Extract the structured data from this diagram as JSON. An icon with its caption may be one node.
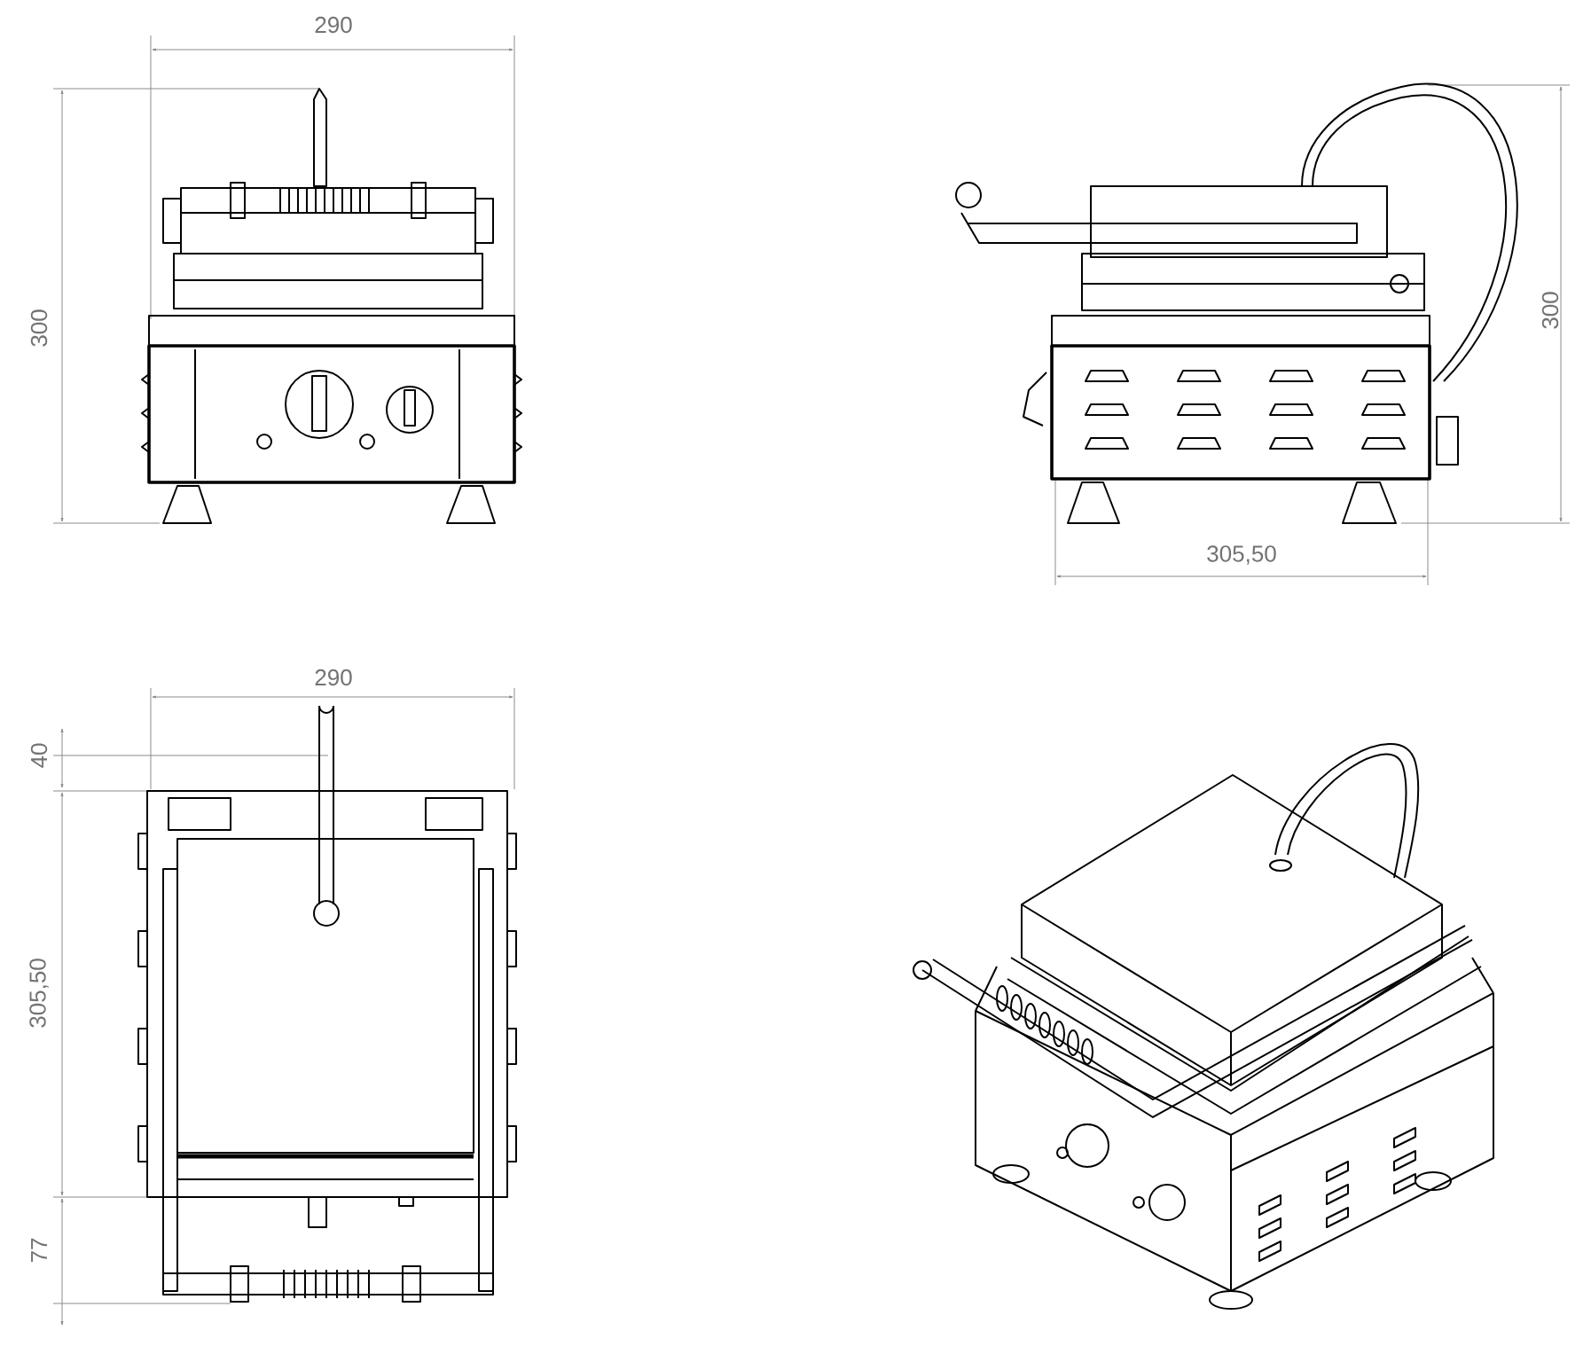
{
  "diagram": {
    "labels": [
      "290",
      "300",
      "300",
      "305,50",
      "290",
      "40",
      "305,50",
      "77"
    ]
  }
}
